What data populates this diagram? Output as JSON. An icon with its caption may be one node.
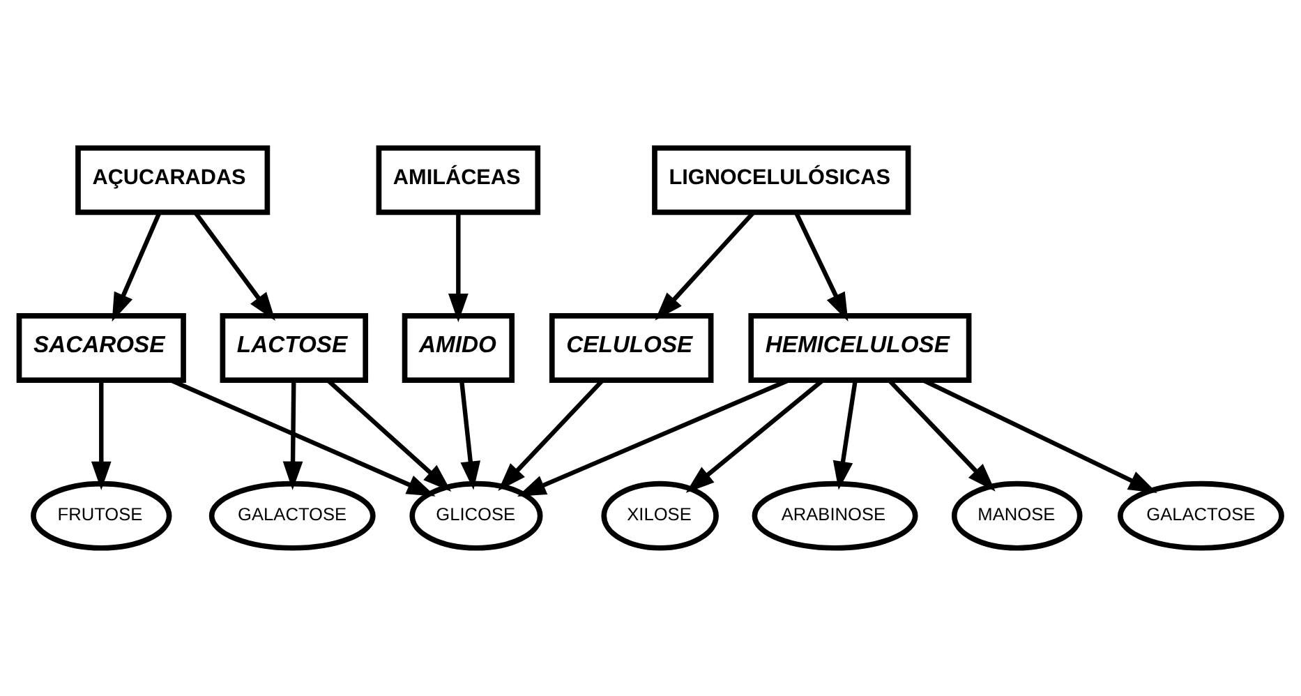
{
  "diagram": {
    "nodes": [
      {
        "text": [
          "AÇUCARADAS"
        ]
      },
      {
        "text": [
          "AMILÁCEAS"
        ]
      },
      {
        "text": [
          "LIGNOCELULÓSICAS"
        ]
      },
      {
        "text": [
          "LACTOSE"
        ]
      },
      {
        "text": [
          "SACAROSE"
        ]
      },
      {
        "text": [
          "AMIDO"
        ]
      },
      {
        "text": [
          "CELULOSE"
        ]
      },
      {
        "text": [
          "HEMICELULOSE"
        ]
      },
      {
        "text": [
          "GALACTOSE"
        ]
      },
      {
        "text": [
          "FRUTOSE"
        ]
      },
      {
        "text": [
          "GLICOSE"
        ]
      },
      {
        "text": [
          "GALACTOSE"
        ]
      },
      {
        "text": [
          "XILOSE"
        ]
      },
      {
        "text": [
          "ARABINOSE"
        ]
      },
      {
        "text": [
          "MANOSE"
        ]
      }
    ],
    "edges": [
      {
        "from": 0,
        "to": 3,
        "arrow": "to"
      },
      {
        "from": 0,
        "to": 4,
        "arrow": "to"
      },
      {
        "from": 1,
        "to": 5,
        "arrow": "to"
      },
      {
        "from": 2,
        "to": 6,
        "arrow": "to"
      },
      {
        "from": 2,
        "to": 7,
        "arrow": "to"
      },
      {
        "from": 3,
        "to": 8,
        "arrow": "to"
      },
      {
        "from": 3,
        "to": 10,
        "arrow": "to"
      },
      {
        "from": 4,
        "to": 9,
        "arrow": "to"
      },
      {
        "from": 4,
        "to": 10,
        "arrow": "to"
      },
      {
        "from": 5,
        "to": 10,
        "arrow": "to"
      },
      {
        "from": 6,
        "to": 10,
        "arrow": "to"
      },
      {
        "from": 7,
        "to": 10,
        "arrow": "to"
      },
      {
        "from": 7,
        "to": 11,
        "arrow": "to"
      },
      {
        "from": 7,
        "to": 12,
        "arrow": "to"
      },
      {
        "from": 7,
        "to": 13,
        "arrow": "to"
      },
      {
        "from": 7,
        "to": 14,
        "arrow": "to"
      }
    ]
  }
}
